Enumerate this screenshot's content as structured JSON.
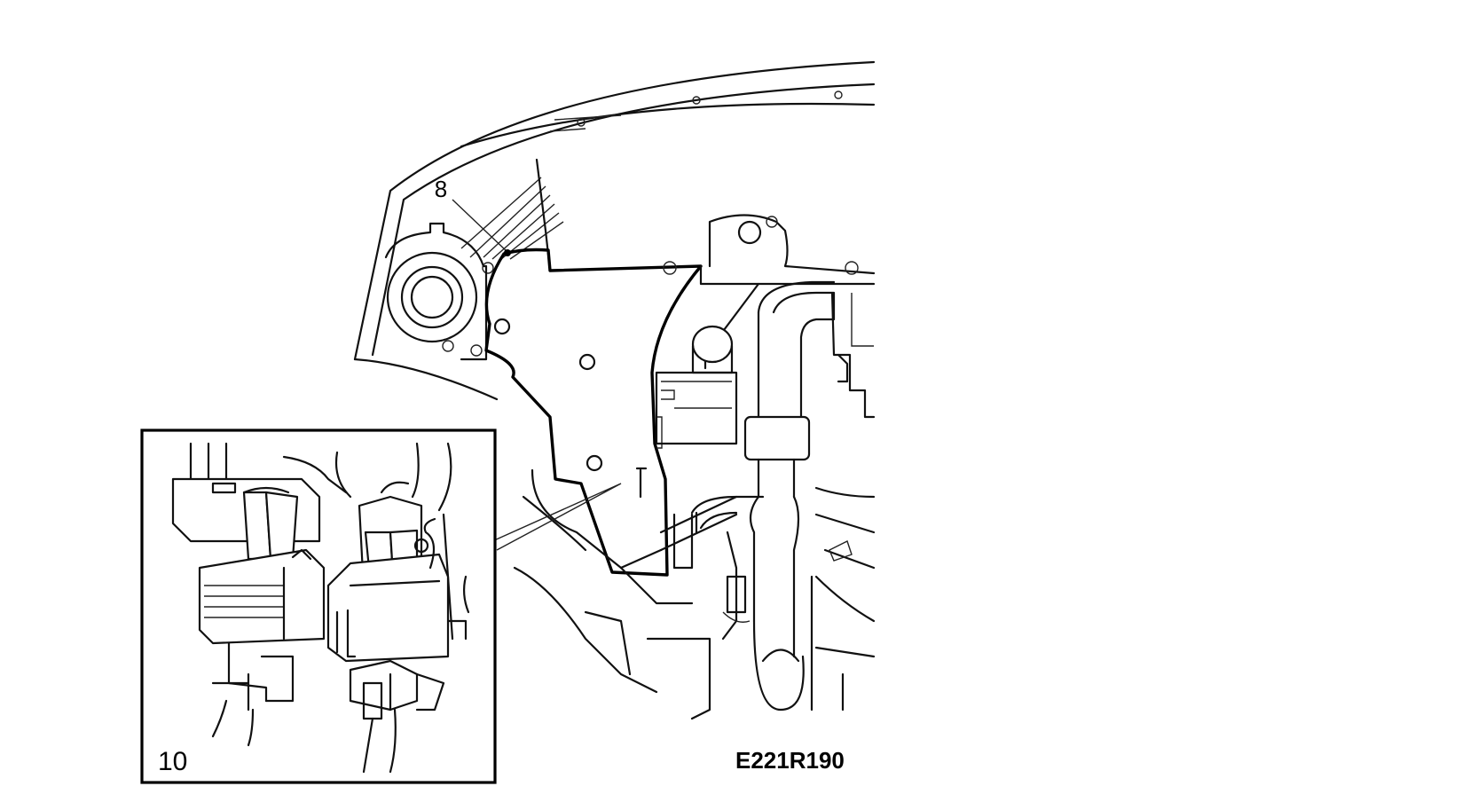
{
  "diagram": {
    "callouts": {
      "part_8": "8",
      "part_10": "10"
    },
    "figure_code": "E221R190",
    "colors": {
      "ink": "#000000",
      "paper": "#ffffff"
    }
  }
}
